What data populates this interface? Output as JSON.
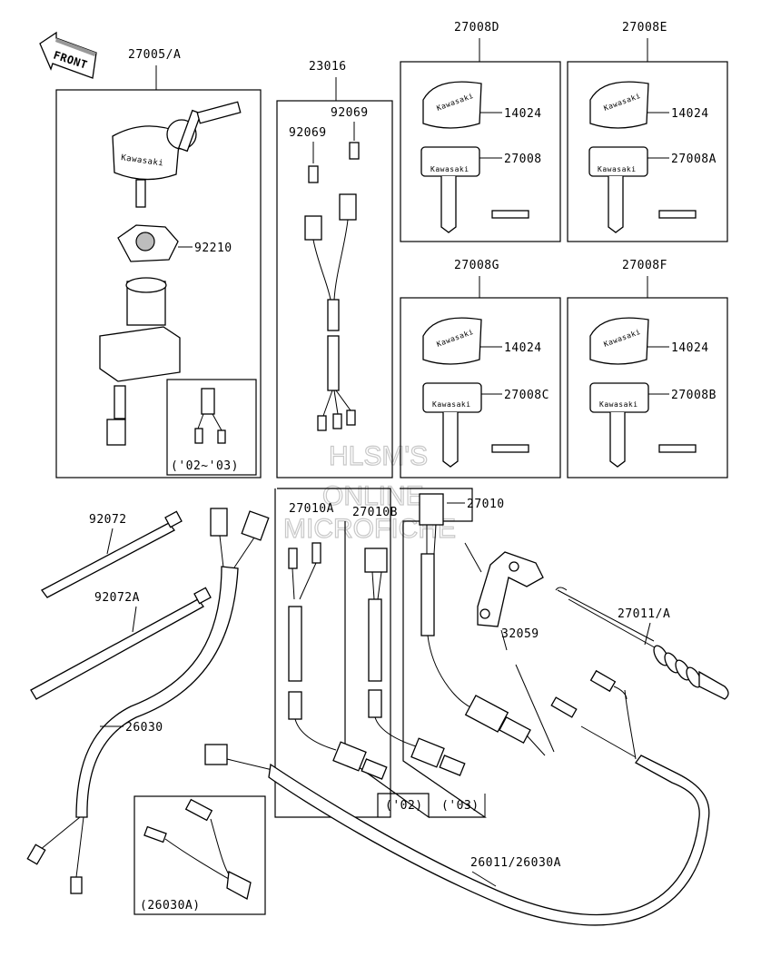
{
  "front_arrow": "FRONT",
  "watermark": [
    "HLSM'S",
    "ONLINE",
    "MICROFICHE"
  ],
  "labels": {
    "p27005A": "27005/A",
    "p92210": "92210",
    "p0203": "('02~'03)",
    "p23016": "23016",
    "p92069a": "92069",
    "p92069b": "92069",
    "p27008D": "27008D",
    "p27008E": "27008E",
    "p14024a": "14024",
    "p27008": "27008",
    "p14024b": "14024",
    "p27008A": "27008A",
    "p27008G": "27008G",
    "p27008F": "27008F",
    "p14024c": "14024",
    "p27008C": "27008C",
    "p14024d": "14024",
    "p27008B": "27008B",
    "p92072": "92072",
    "p92072A": "92072A",
    "p26030": "26030",
    "p27010A": "27010A",
    "p27010B": "27010B",
    "p27010": "27010",
    "p32059": "32059",
    "p27011A": "27011/A",
    "p02": "('02)",
    "p03": "('03)",
    "p26011": "26011/26030A",
    "p26030A": "(26030A)"
  },
  "key_brand": "Kawasaki"
}
